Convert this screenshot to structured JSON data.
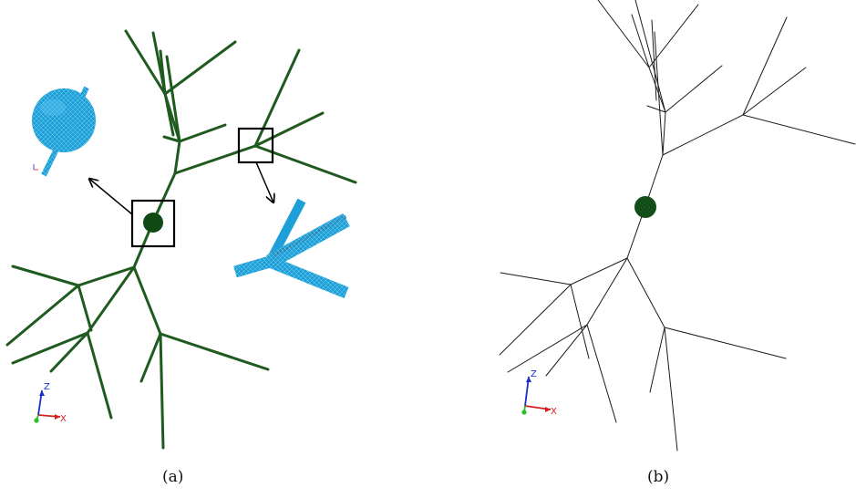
{
  "panels": [
    {
      "id": "a",
      "caption": "(a)",
      "tree_color": "#1f5a1f",
      "soma_color": "#0f4a12"
    },
    {
      "id": "b",
      "caption": "(b)",
      "tree_color": "#1a1a1a",
      "soma_color": "#0f4a12"
    }
  ],
  "insets": {
    "soma_closeup": {
      "color": "#1e9fd8",
      "mesh_color": "#45b8ea"
    },
    "branch_closeup": {
      "color": "#1e9fd8"
    }
  },
  "axes_triad": {
    "z_label": "Z",
    "x_label": "X",
    "z_color": "#1a2fcc",
    "x_color": "#d42020",
    "y_color": "#2bbf2b"
  },
  "callout_color": "#000000"
}
